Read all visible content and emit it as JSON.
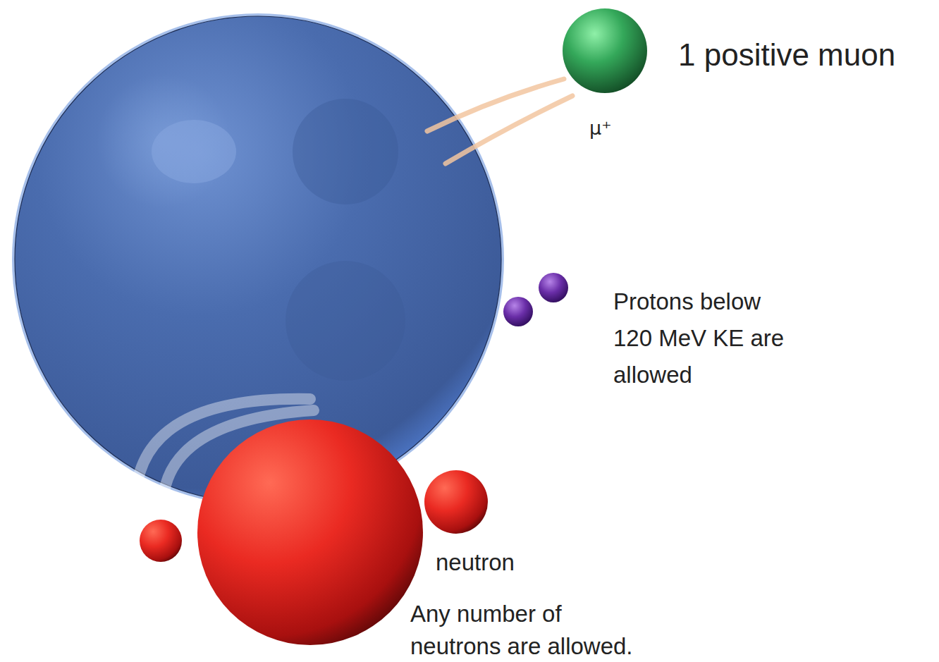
{
  "diagram": {
    "labels": [
      "1 positive muon",
      "μ⁺",
      "Protons below 120 MeV KE are allowed",
      "neutron",
      "Any number of neutrons are allowed."
    ]
  }
}
